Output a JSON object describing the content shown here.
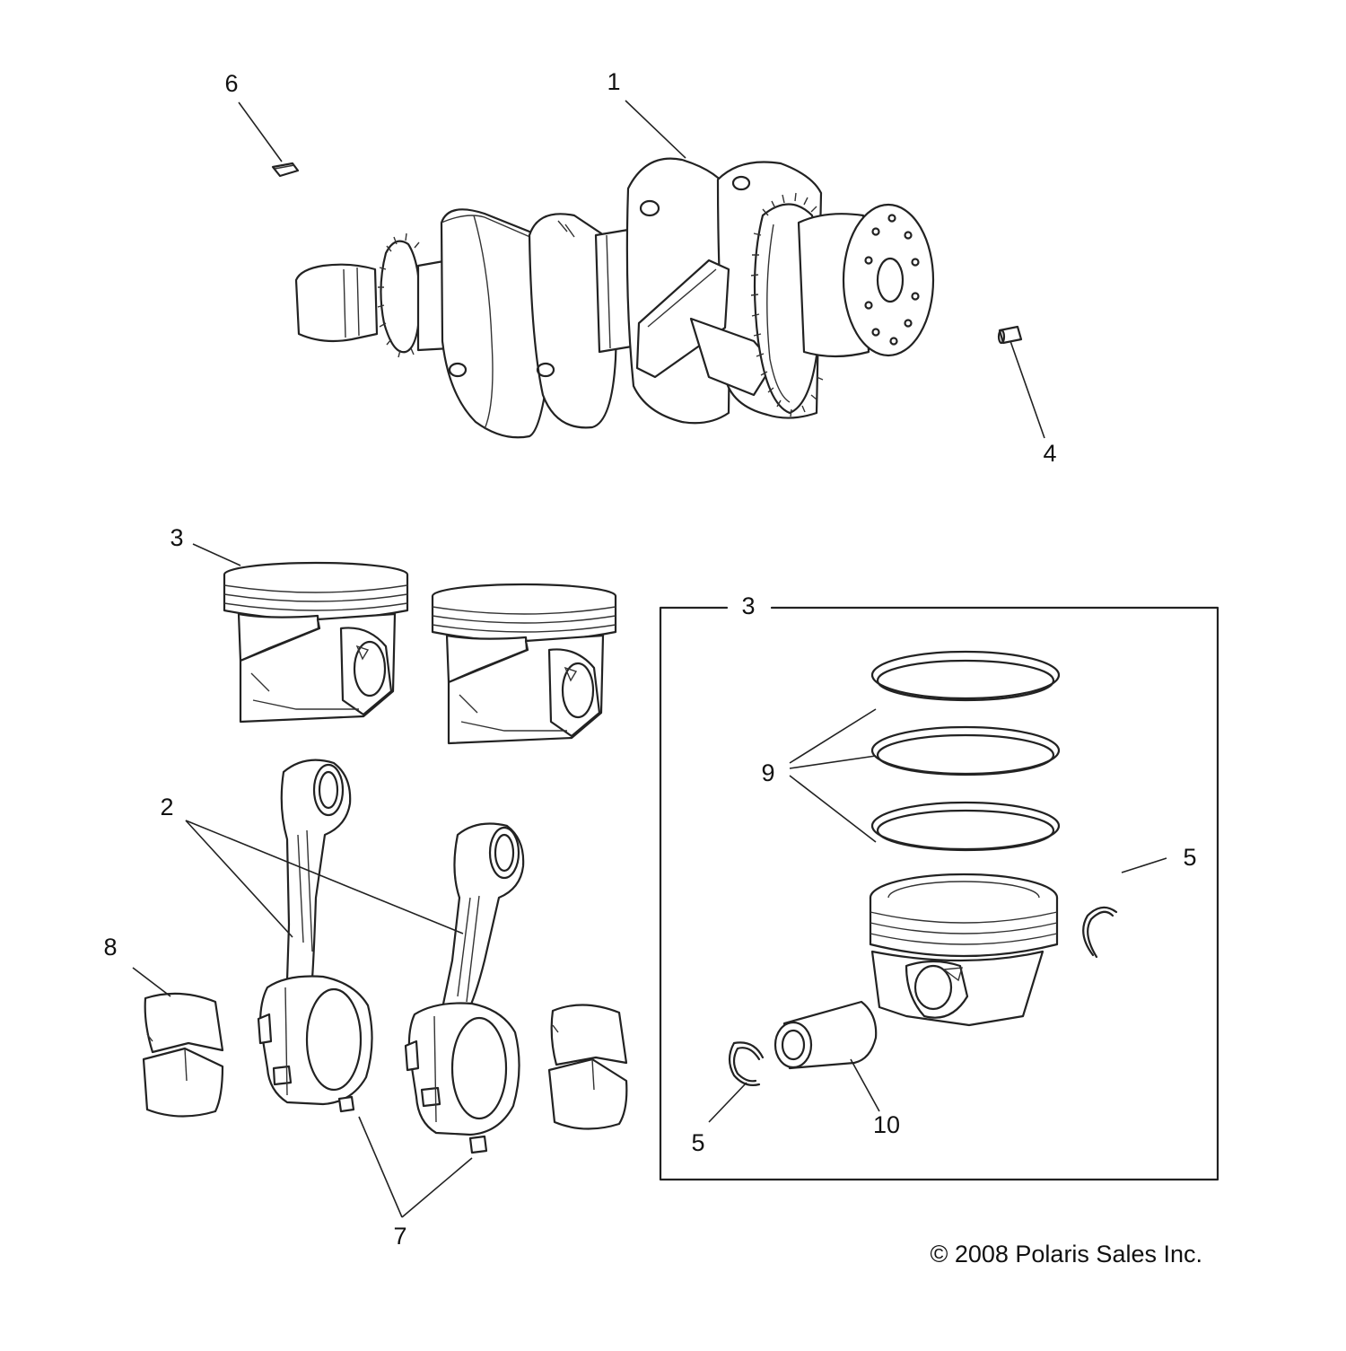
{
  "callouts": {
    "c1": "1",
    "c2": "2",
    "c3_left": "3",
    "c3_box": "3",
    "c4": "4",
    "c5_right": "5",
    "c5_left": "5",
    "c6": "6",
    "c7": "7",
    "c8": "8",
    "c9": "9",
    "c10": "10"
  },
  "copyright": "© 2008 Polaris Sales Inc."
}
